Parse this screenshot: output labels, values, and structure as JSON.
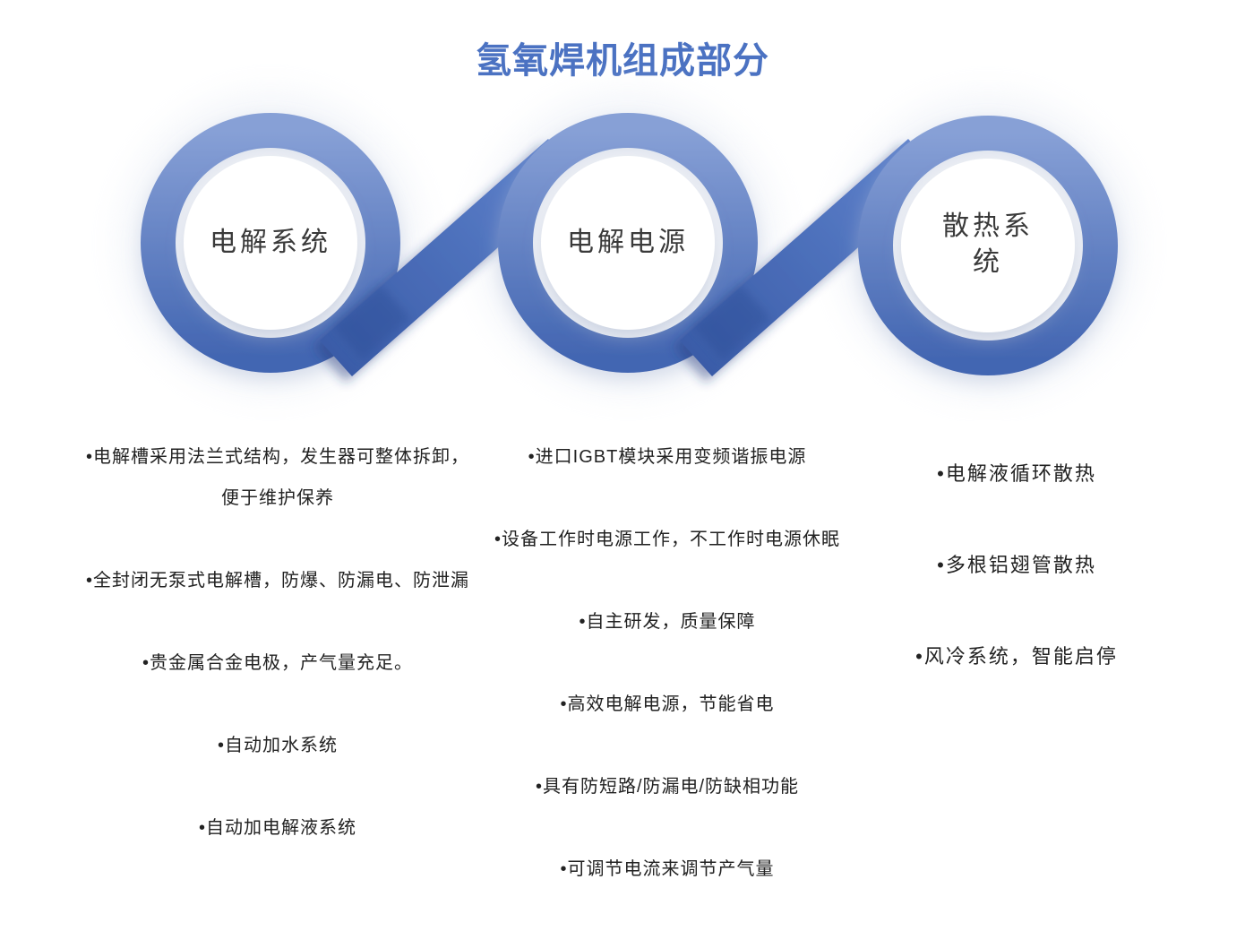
{
  "title": "氢氧焊机组成部分",
  "colors": {
    "accent": "#4B72C2",
    "ring_top": "#87A0D6",
    "ring_bottom": "#4366B2",
    "band_dark": "#3A5CA8",
    "band_light": "#5E82CC",
    "fold": "#2B4B93",
    "label_text": "#3A3A3A",
    "body_text": "#222222"
  },
  "nodes": [
    {
      "label": "电解系统",
      "bullets": [
        "•电解槽采用法兰式结构，发生器可整体拆卸，\n便于维护保养",
        "•全封闭无泵式电解槽，防爆、防漏电、防泄漏",
        "•贵金属合金电极，产气量充足。",
        "•自动加水系统",
        "•自动加电解液系统"
      ]
    },
    {
      "label": "电解电源",
      "bullets": [
        "•进口IGBT模块采用变频谐振电源",
        "•设备工作时电源工作，不工作时电源休眠",
        "•自主研发，质量保障",
        "•高效电解电源，节能省电",
        "•具有防短路/防漏电/防缺相功能",
        "•可调节电流来调节产气量"
      ]
    },
    {
      "label": "散热系统",
      "bullets": [
        "•电解液循环散热",
        "•多根铝翅管散热",
        "•风冷系统，智能启停"
      ]
    }
  ]
}
